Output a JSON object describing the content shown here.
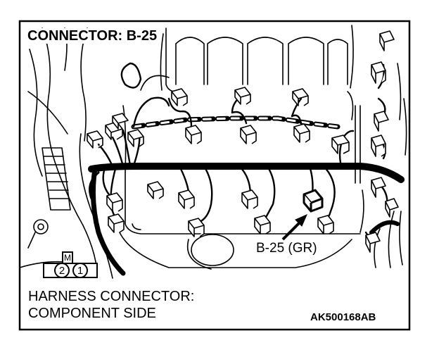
{
  "diagram": {
    "title": "CONNECTOR: B-25",
    "callout_label": "B-25 (GR)",
    "subtitle_line1": "HARNESS CONNECTOR:",
    "subtitle_line2": "COMPONENT SIDE",
    "figure_code": "AK500168AB",
    "connector_face": {
      "marker": "M",
      "pins": [
        "2",
        "1"
      ]
    }
  }
}
